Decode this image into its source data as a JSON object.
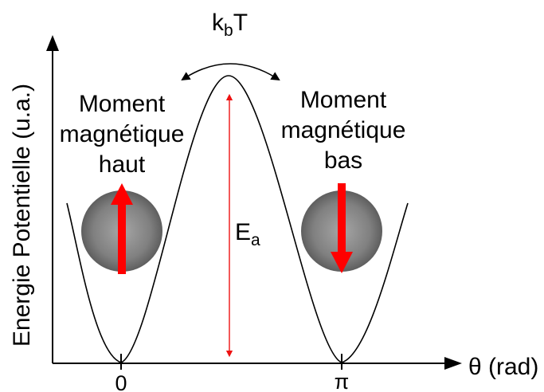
{
  "y_axis_label": "Energie  Potentielle (u.a.)",
  "x_axis_label": "θ (rad)",
  "x_ticks": [
    "0",
    "π"
  ],
  "thermal_label": {
    "base": "k",
    "sub": "b",
    "suffix": "T"
  },
  "barrier_label": {
    "base": "E",
    "sub": "a"
  },
  "left_state": {
    "lines": [
      "Moment",
      "magnétique",
      "haut"
    ],
    "direction": "up"
  },
  "right_state": {
    "lines": [
      "Moment",
      "magnétique",
      "bas"
    ],
    "direction": "down"
  },
  "colors": {
    "arrow": "#ff0000",
    "barrier_arrow": "#ee1111",
    "sphere": "#7d7d7d",
    "curve": "#000000"
  }
}
